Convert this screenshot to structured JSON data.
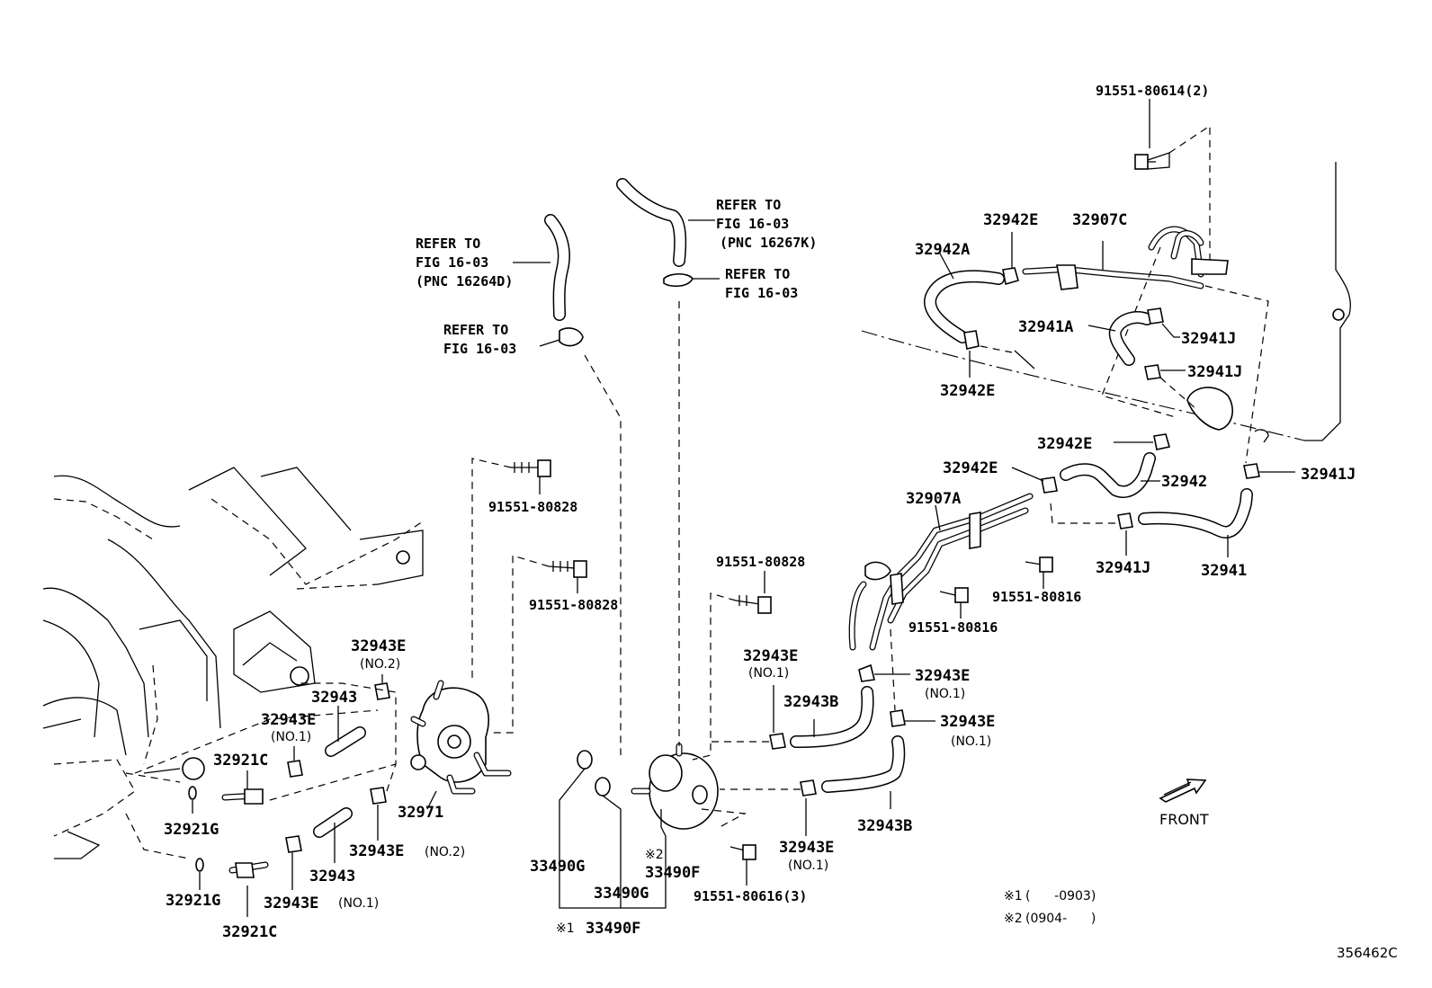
{
  "refer_notes": [
    {
      "line1": "REFER TO",
      "line2": "FIG 16-03",
      "line3": "(PNC 16264D)"
    },
    {
      "line1": "REFER TO",
      "line2": "FIG 16-03"
    },
    {
      "line1": "REFER TO",
      "line2": "FIG 16-03",
      "line3": "(PNC 16267K)"
    },
    {
      "line1": "REFER TO",
      "line2": "FIG 16-03"
    }
  ],
  "bolts": {
    "b_91551_80614": "91551-80614(2)",
    "b_91551_80828_a": "91551-80828",
    "b_91551_80828_b": "91551-80828",
    "b_91551_80828_c": "91551-80828",
    "b_91551_80816_a": "91551-80816",
    "b_91551_80816_b": "91551-80816",
    "b_91551_80616": "91551-80616(3)"
  },
  "parts": {
    "p32942E_top": "32942E",
    "p32907C": "32907C",
    "p32942A": "32942A",
    "p32941A": "32941A",
    "p32941J_1": "32941J",
    "p32941J_2": "32941J",
    "p32942E_mid": "32942E",
    "p32942E_r1": "32942E",
    "p32942E_r2": "32942E",
    "p32942": "32942",
    "p32941J_3": "32941J",
    "p32907A": "32907A",
    "p32941J_4": "32941J",
    "p32941": "32941",
    "p32943E_r1": "32943E",
    "p32943E_r2": "32943E",
    "p32943E_c1": "32943E",
    "p32943B_1": "32943B",
    "p32943B_2": "32943B",
    "p32943E_c2": "32943E",
    "p32943E_l1": "32943E",
    "p32943_l1": "32943",
    "p32943E_l2": "32943E",
    "p32921C_1": "32921C",
    "p32921G_1": "32921G",
    "p32971": "32971",
    "p32943E_l3": "32943E",
    "p32943_l2": "32943",
    "p32943E_l4": "32943E",
    "p32921G_2": "32921G",
    "p32921C_2": "32921C",
    "p33490G_1": "33490G",
    "p33490G_2": "33490G",
    "p33490F_1": "33490F",
    "p33490F_2": "33490F"
  },
  "sub_labels": {
    "no2": "(NO.2)",
    "no1": "(NO.1)"
  },
  "marks": {
    "m1": "※1",
    "m2": "※2"
  },
  "legend": {
    "row1_mark": "※1",
    "row1_text": "(      -0903)",
    "row2_mark": "※2",
    "row2_text": "(0904-      )"
  },
  "front_label": "FRONT",
  "figure_id": "356462C"
}
